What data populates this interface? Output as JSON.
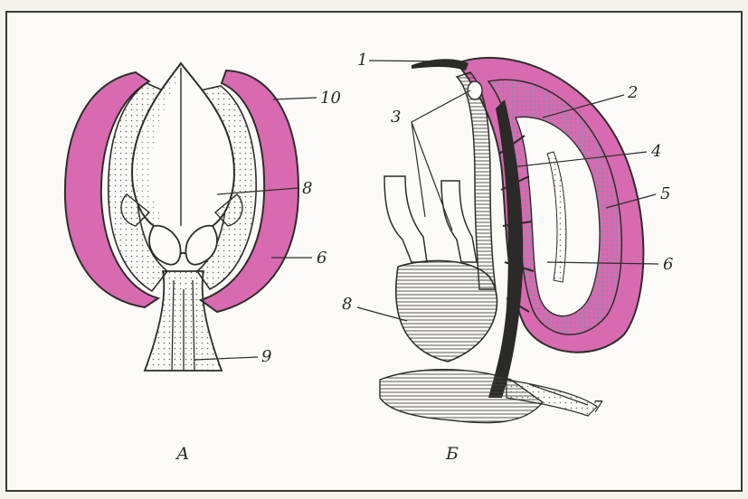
{
  "figure": {
    "panels": [
      {
        "id": "A",
        "caption": "А"
      },
      {
        "id": "B",
        "caption": "Б"
      }
    ],
    "labels_a": [
      "10",
      "8",
      "6",
      "9"
    ],
    "labels_b": [
      "1",
      "2",
      "3",
      "4",
      "5",
      "6",
      "7",
      "8"
    ],
    "colors": {
      "accent_pink": "#d86ab0",
      "ink": "#2b2a29",
      "teal_stipple": "#4aa3a8",
      "background": "#fbfaf7"
    }
  }
}
